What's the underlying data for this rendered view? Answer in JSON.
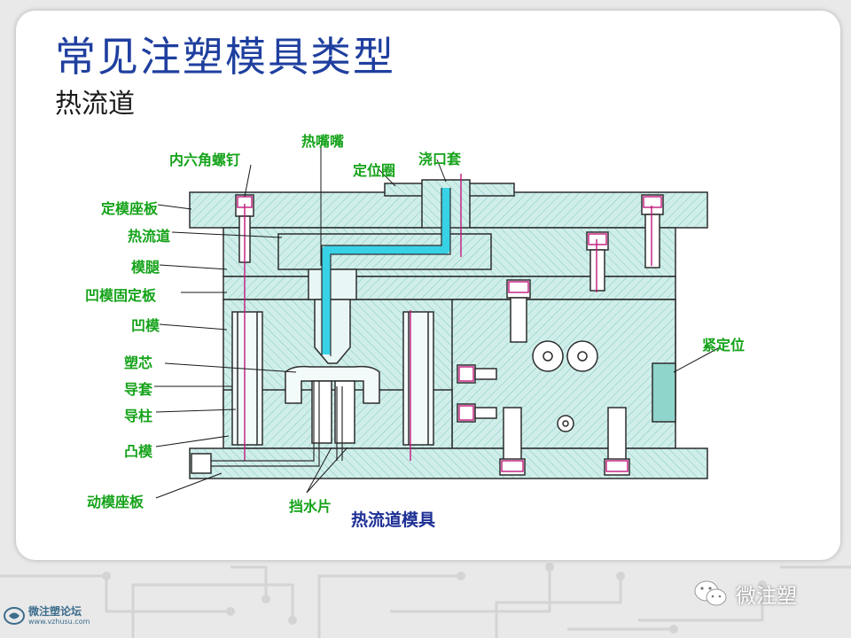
{
  "slide": {
    "title": "常见注塑模具类型",
    "subtitle": "热流道"
  },
  "diagram": {
    "caption": "热流道模具",
    "labels": {
      "hex_screw": "内六角螺钉",
      "hot_nozzle": "热嘴嘴",
      "locating_ring": "定位圈",
      "sprue_bush": "浇口套",
      "fixed_clamp_plate": "定模座板",
      "hot_runner": "热流道",
      "mold_leg": "模腿",
      "cavity_retainer_plate": "凹模固定板",
      "cavity": "凹模",
      "core": "塑芯",
      "guide_bush": "导套",
      "guide_pin": "导柱",
      "punch": "凸模",
      "moving_clamp_plate": "动模座板",
      "baffle": "挡水片",
      "tight_lock": "紧定位"
    },
    "colors": {
      "plate_fill": "#cfeeea",
      "hatch": "#86c6c0",
      "outline": "#2d2d2d",
      "runner": "#38d2e6",
      "screw": "#c2187e",
      "label": "#15a31a",
      "leader": "#1a1a1a"
    }
  },
  "watermark": {
    "brand": "微注塑",
    "forum_name": "微注塑论坛",
    "forum_url": "www.vzhusu.com"
  }
}
